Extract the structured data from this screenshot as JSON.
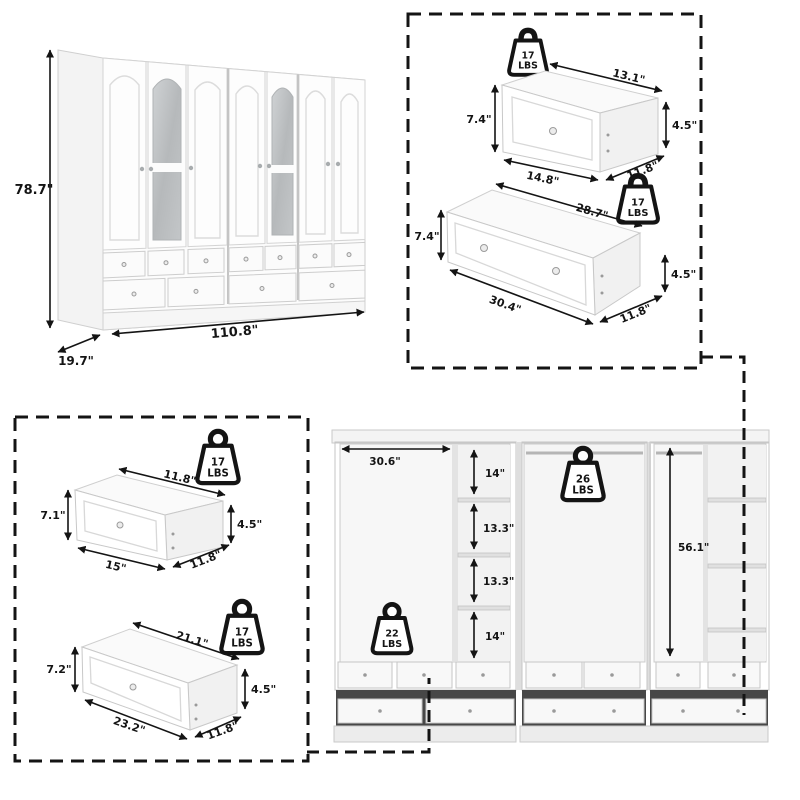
{
  "front_view": {
    "height": "78.7\"",
    "width": "110.8\"",
    "depth": "19.7\""
  },
  "top_right_box": {
    "small_drawer": {
      "weight": "17",
      "unit": "LBS",
      "top_width": "13.1\"",
      "front_height": "7.4\"",
      "side_height": "4.5\"",
      "bottom_width": "14.8\"",
      "depth": "11.8\""
    },
    "long_drawer": {
      "weight": "17",
      "unit": "LBS",
      "top_width": "28.7\"",
      "front_height": "7.4\"",
      "side_height": "4.5\"",
      "bottom_width": "30.4\"",
      "depth": "11.8\""
    }
  },
  "bottom_left_box": {
    "small_drawer": {
      "weight": "17",
      "unit": "LBS",
      "top_width": "11.8\"",
      "front_height": "7.1\"",
      "side_height": "4.5\"",
      "bottom_width": "15\"",
      "depth": "11.8\""
    },
    "long_drawer": {
      "weight": "17",
      "unit": "LBS",
      "top_width": "21.1\"",
      "front_height": "7.2\"",
      "side_height": "4.5\"",
      "bottom_width": "23.2\"",
      "depth": "11.8\""
    }
  },
  "interior_view": {
    "left_section_width": "30.6\"",
    "shelves": [
      "14\"",
      "13.3\"",
      "13.3\"",
      "14\""
    ],
    "interior_height": "56.1\"",
    "left_weight": {
      "value": "22",
      "unit": "LBS"
    },
    "middle_weight": {
      "value": "26",
      "unit": "LBS"
    }
  },
  "colors": {
    "line": "#141414",
    "mirror": "#b9bcbe",
    "furniture": "#ffffff"
  }
}
